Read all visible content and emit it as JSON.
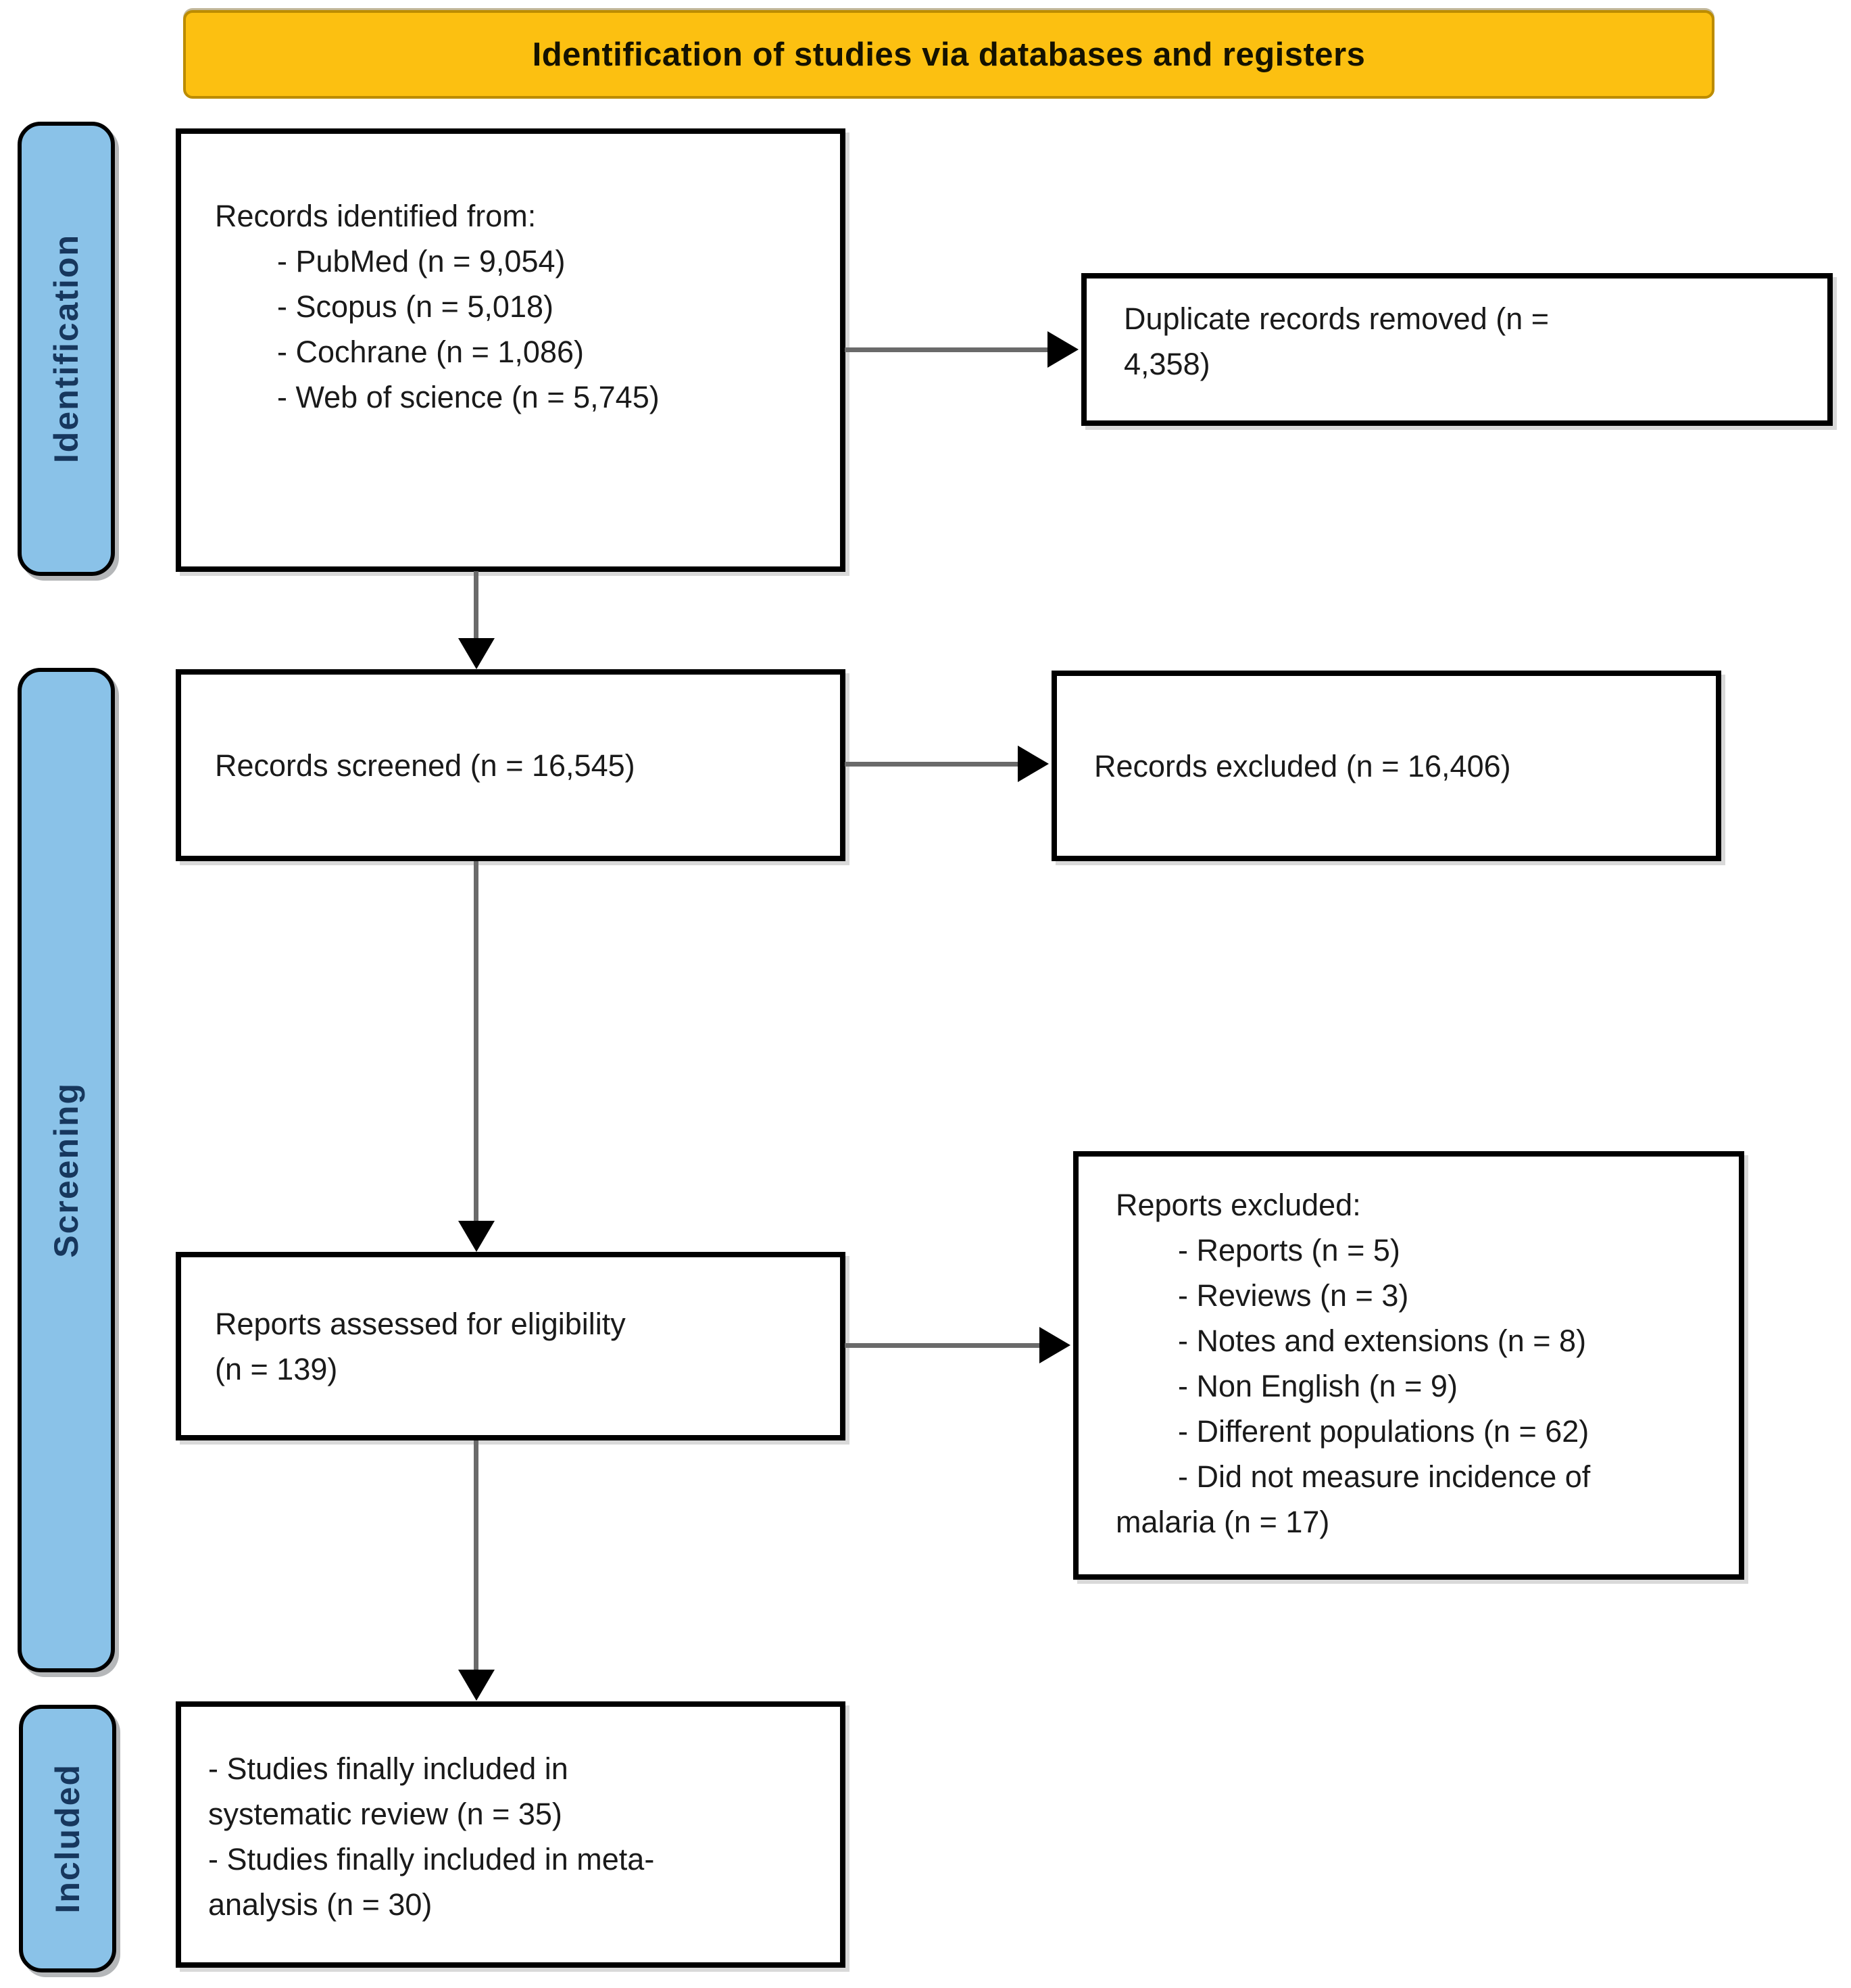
{
  "header": {
    "title": "Identification of studies via databases and registers"
  },
  "sidebar": {
    "identification": "Identification",
    "screening": "Screening",
    "included": "Included"
  },
  "boxes": {
    "records_identified": {
      "lines": [
        "Records identified from:",
        "- PubMed (n = 9,054)",
        "- Scopus (n = 5,018)",
        "- Cochrane (n = 1,086)",
        "- Web of science (n = 5,745)"
      ]
    },
    "duplicates_removed": {
      "lines": [
        "Duplicate records removed (n =",
        "4,358)"
      ]
    },
    "records_screened": {
      "lines": [
        "Records screened (n = 16,545)"
      ]
    },
    "records_excluded": {
      "lines": [
        "Records excluded (n = 16,406)"
      ]
    },
    "reports_assessed": {
      "lines": [
        "Reports assessed for eligibility",
        "(n = 139)"
      ]
    },
    "reports_excluded": {
      "lines": [
        "Reports excluded:",
        "- Reports (n = 5)",
        "- Reviews (n = 3)",
        "- Notes and extensions (n = 8)",
        "- Non English (n = 9)",
        "- Different populations (n = 62)",
        "- Did not measure incidence of",
        "malaria (n = 17)"
      ]
    },
    "studies_included": {
      "lines": [
        "- Studies finally included in",
        "systematic review (n = 35)",
        "- Studies finally included in meta-",
        "analysis (n = 30)"
      ]
    }
  },
  "colors": {
    "header_bg": "#FCC011",
    "header_border": "#BC8C00",
    "sidebar_bg": "#8AC2E8",
    "sidebar_text": "#17375D",
    "box_border": "#000000",
    "box_bg": "#FFFFFF",
    "arrow_line": "#6A6A6A",
    "arrow_head": "#000000",
    "text": "#1A1A1A",
    "page_bg": "#FFFFFF"
  }
}
